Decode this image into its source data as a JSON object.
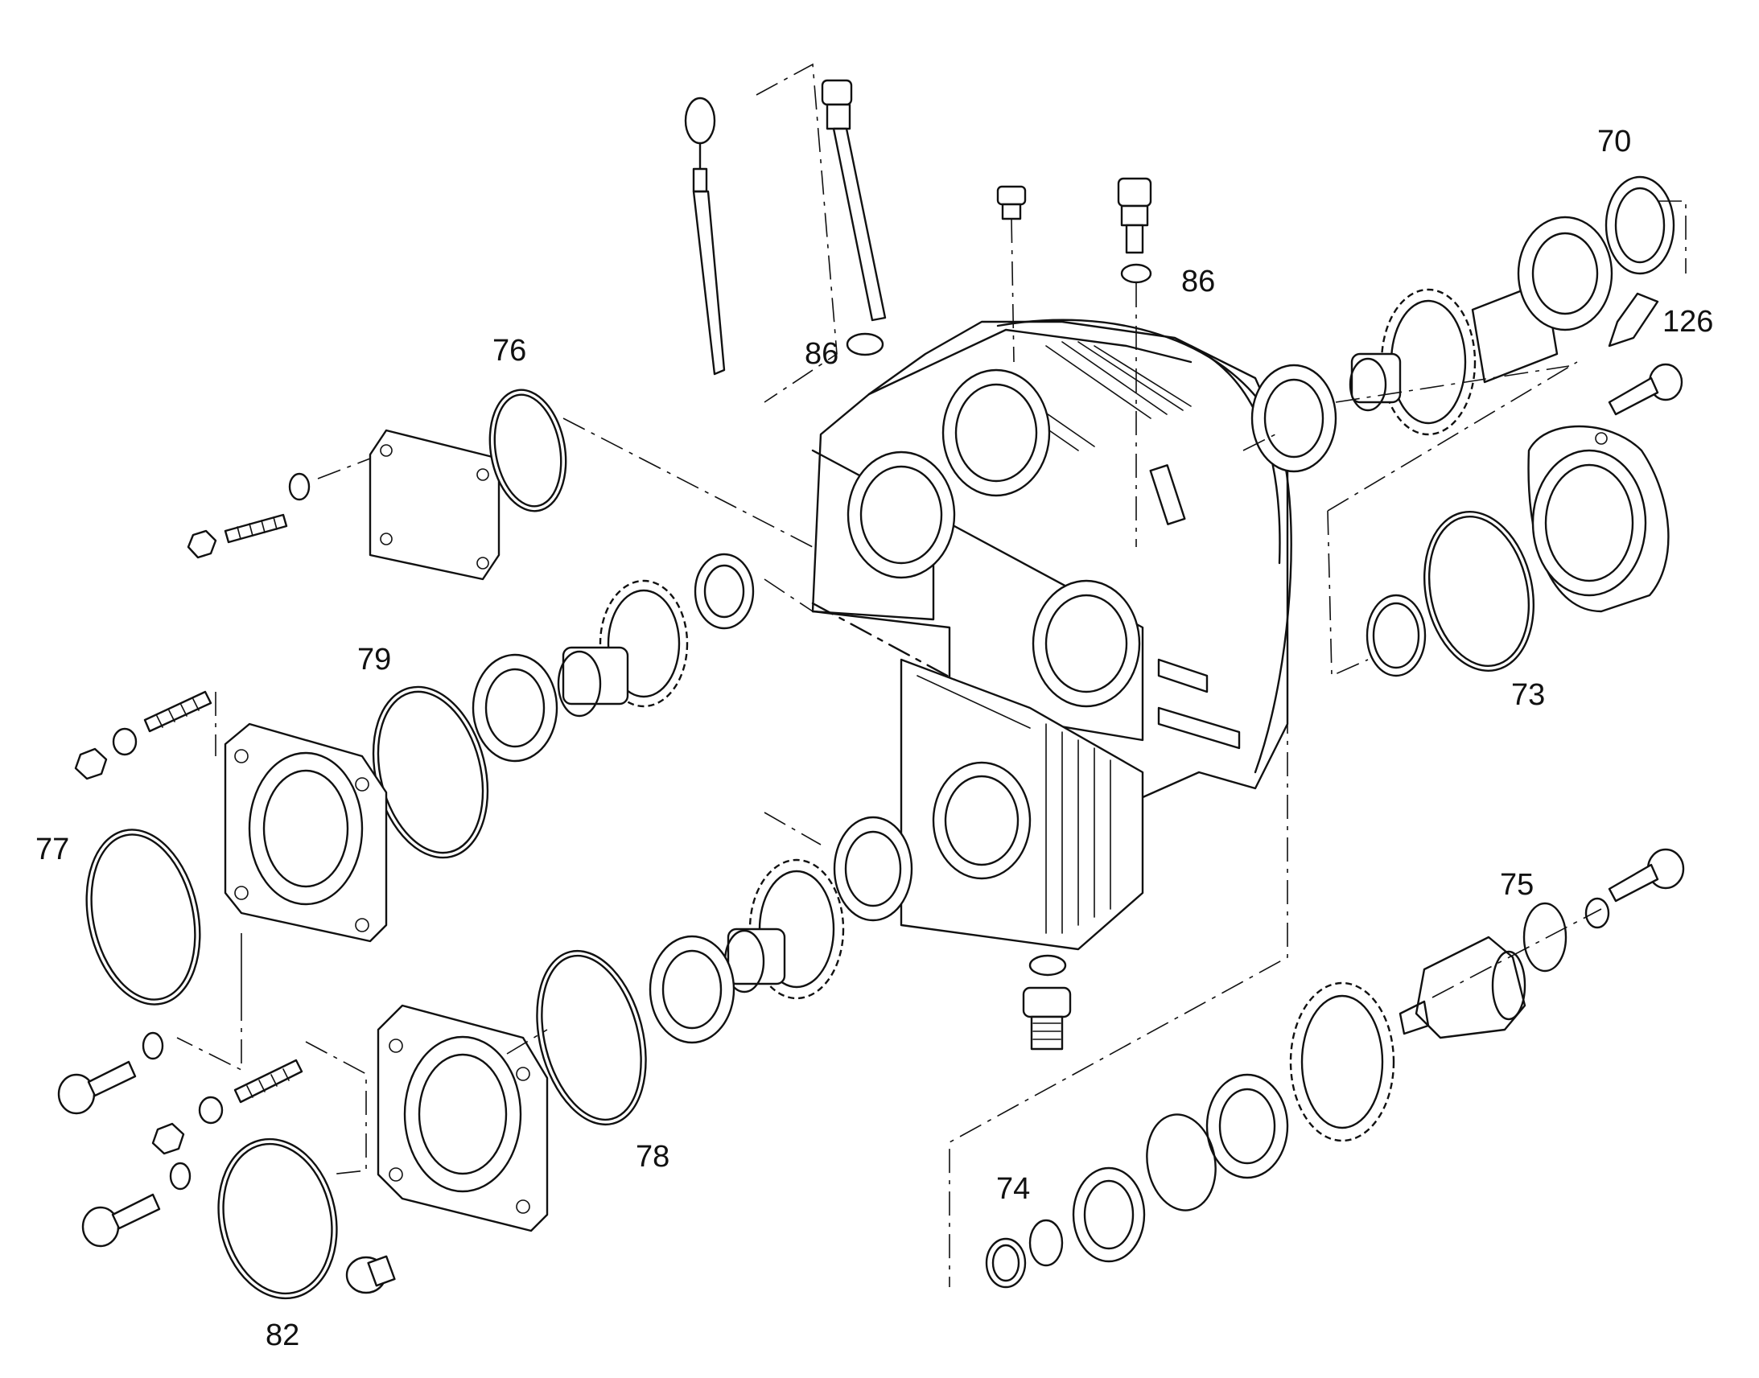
{
  "callouts": {
    "c70": "70",
    "c126": "126",
    "c86_a": "86",
    "c86_b": "86",
    "c76": "76",
    "c79": "79",
    "c73": "73",
    "c77": "77",
    "c75": "75",
    "c78": "78",
    "c74": "74",
    "c82": "82"
  },
  "icons": {
    "housing": "gearbox-housing-icon",
    "gear": "spur-gear-icon",
    "bearing": "ball-bearing-icon",
    "oring": "o-ring-icon",
    "bolt": "hex-bolt-icon",
    "nut": "hex-nut-icon",
    "dipstick": "dipstick-icon",
    "plug": "drain-plug-icon"
  }
}
